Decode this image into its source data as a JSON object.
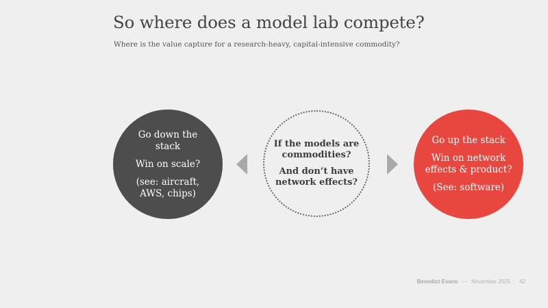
{
  "slide": {
    "title": "So where does a model lab compete?",
    "subtitle": "Where is the value capture for a research-heavy, capital-intensive commodity?"
  },
  "left_circle": {
    "lines": [
      "Go down the",
      "stack",
      "Win on scale?",
      "(see: aircraft,",
      "AWS, chips)"
    ],
    "color": "#4d4d4d"
  },
  "middle_circle": {
    "lines": [
      "If the models are",
      "commodities?",
      "And don’t have",
      "network effects?"
    ]
  },
  "right_circle": {
    "lines": [
      "Go up the stack",
      "Win on network",
      "effects & product?",
      "(See: software)"
    ],
    "color": "#e8473f"
  },
  "arrows": {
    "left_icon": "triangle-left-icon",
    "right_icon": "triangle-right-icon",
    "color": "#a9a9a9"
  },
  "footer": {
    "author": "Benedict Evans",
    "separator": "—",
    "date": "November 2025",
    "page": "42"
  }
}
